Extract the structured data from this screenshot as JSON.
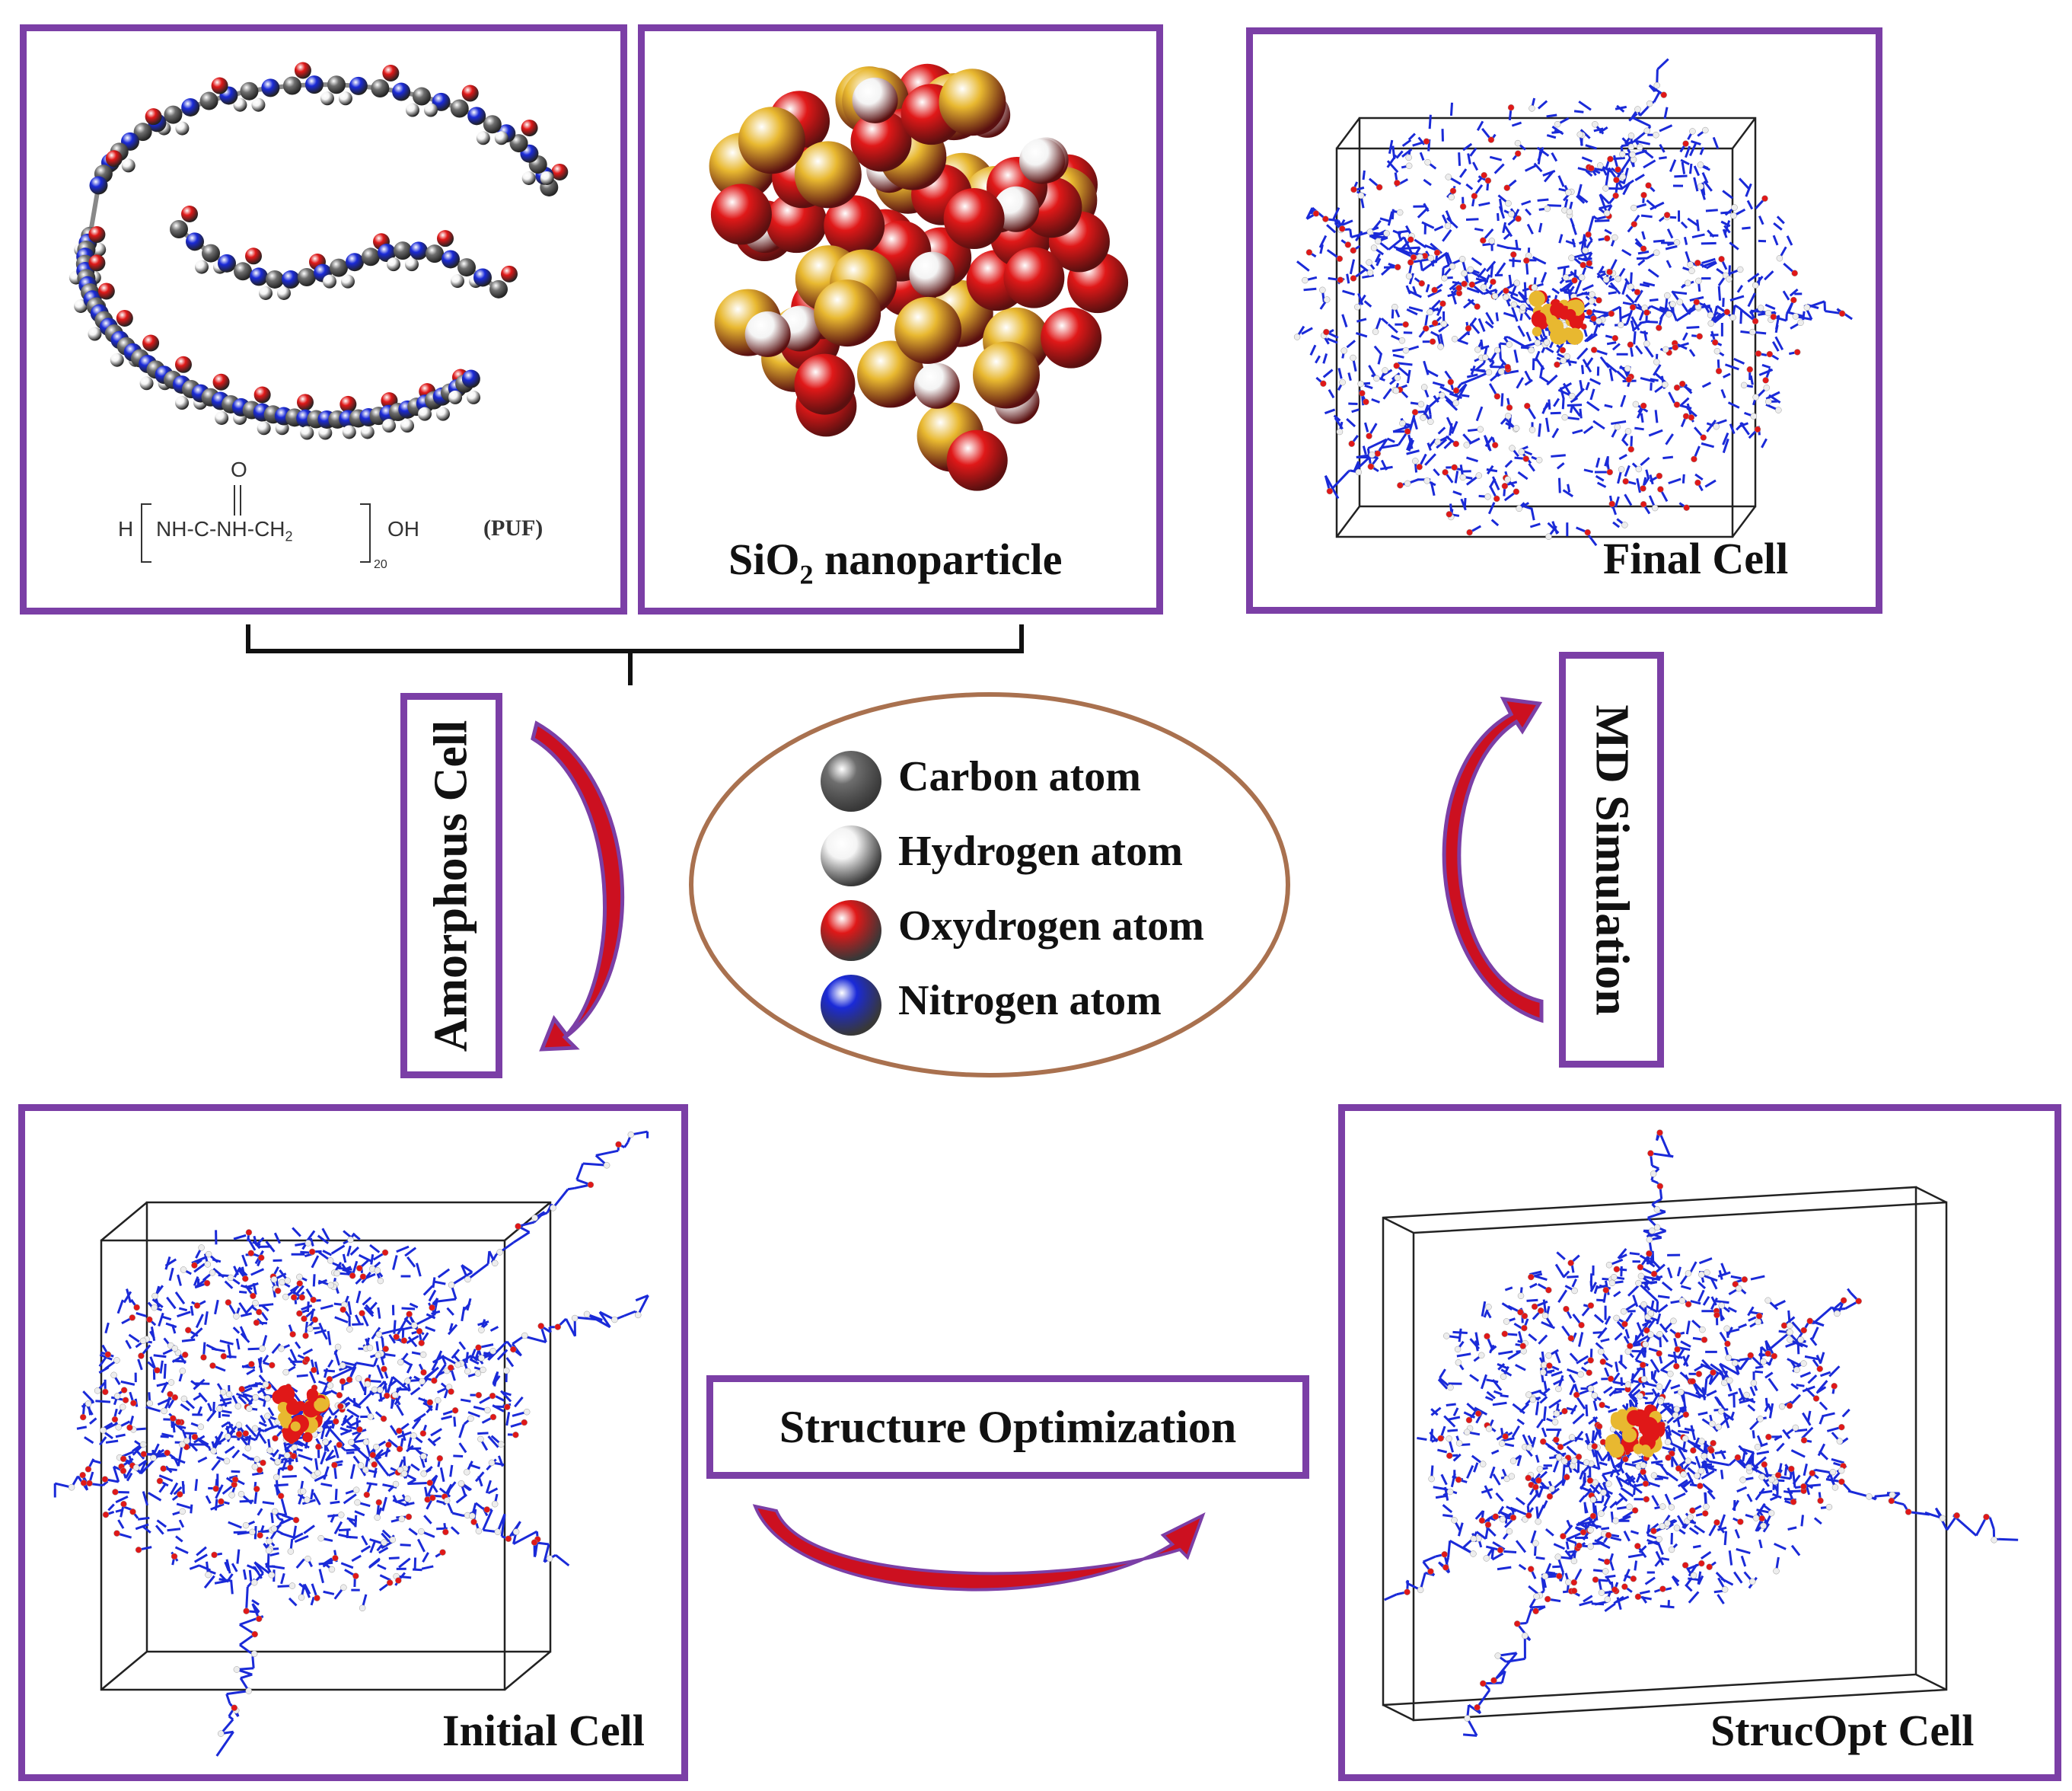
{
  "panels": {
    "puf": {
      "formula_h": "H",
      "formula_main": "NH-C-NH-CH",
      "formula_sub2": "2",
      "formula_oh": "OH",
      "formula_o": "O",
      "formula_n": "20",
      "label": "(PUF)"
    },
    "sio2": {
      "label_pre": "SiO",
      "label_sub": "2",
      "label_post": " nanoparticle"
    },
    "final": {
      "label": "Final Cell"
    },
    "initial": {
      "label": "Initial Cell"
    },
    "strucopt": {
      "label": "StrucOpt Cell"
    }
  },
  "steps": {
    "amorphous": "Amorphous Cell",
    "md": "MD Simulation",
    "structure": "Structure Optimization"
  },
  "legend": [
    {
      "label": "Carbon atom",
      "color": "#6e6e6e",
      "icon": "carbon-atom-icon"
    },
    {
      "label": "Hydrogen atom",
      "color": "#e8e8e8",
      "icon": "hydrogen-atom-icon"
    },
    {
      "label": "Oxydrogen atom",
      "color": "#e01818",
      "icon": "oxygen-atom-icon"
    },
    {
      "label": "Nitrogen atom",
      "color": "#1a2ad8",
      "icon": "nitrogen-atom-icon"
    }
  ],
  "colors": {
    "frame": "#7b3fa6",
    "arrow": "#cc1020",
    "carbon": "#6e6e6e",
    "hydrogen": "#f2f2f2",
    "oxygen": "#e01818",
    "nitrogen": "#1a2ad8",
    "silicon": "#e8b830"
  }
}
